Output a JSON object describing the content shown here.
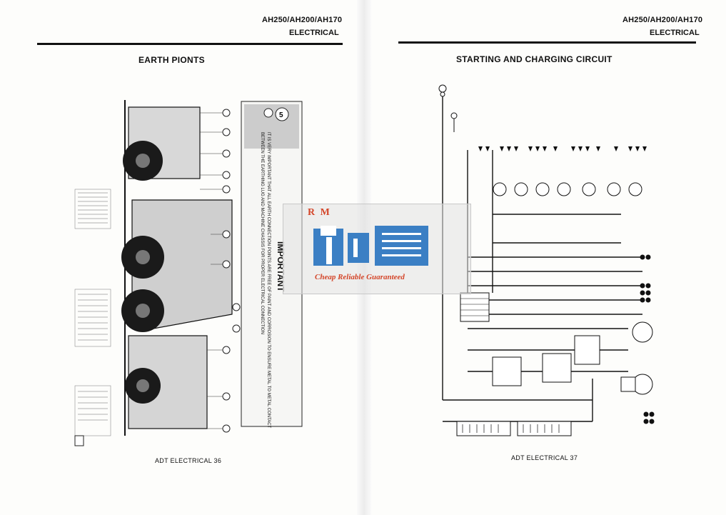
{
  "left_page": {
    "header_model": "AH250/AH200/AH170",
    "header_section": "ELECTRICAL",
    "title": "EARTH PIONTS",
    "footer": "ADT ELECTRICAL   36",
    "important_title": "IMPORTANT",
    "important_text": "IT IS VERY IMPORTANT THAT ALL EARTH CONNECTION POINTS ARE FREE OF PAINT AND CORROSION TO ENSURE METAL TO METAL CONTACT BETWEEN THE EARTHING LUG AND MACHINE CHASSIS FOR PROPER ELECTRICAL CONNECTION"
  },
  "right_page": {
    "header_model": "AH250/AH200/AH170",
    "header_section": "ELECTRICAL",
    "title": "STARTING AND CHARGING CIRCUIT",
    "footer": "ADT ELECTRICAL   37"
  },
  "watermark": {
    "logo_text": "R M",
    "slogan": "Cheap Reliable Guaranteed",
    "accent_color": "#d4462a",
    "icon_color": "#3b7fc4"
  }
}
